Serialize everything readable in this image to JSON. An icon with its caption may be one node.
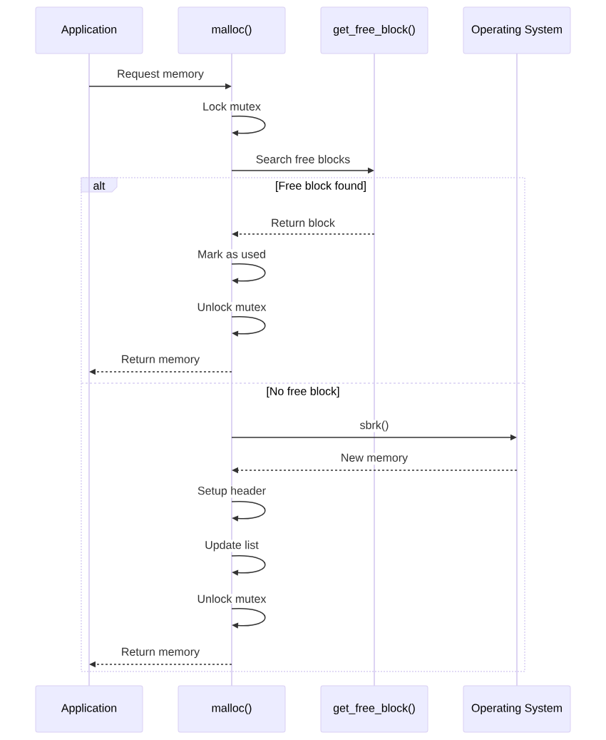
{
  "diagram": {
    "nodes": [
      {
        "text": [
          "Application"
        ]
      },
      {
        "text": [
          "malloc()"
        ]
      },
      {
        "text": [
          "get_free_block()"
        ]
      },
      {
        "text": [
          "Operating System"
        ]
      },
      {
        "text": [],
        "shape": "line"
      },
      {
        "text": [],
        "shape": "line"
      },
      {
        "text": [],
        "shape": "line"
      },
      {
        "text": [],
        "shape": "line"
      },
      {
        "text": [
          "Application"
        ]
      },
      {
        "text": [
          "malloc()"
        ]
      },
      {
        "text": [
          "get_free_block()"
        ]
      },
      {
        "text": [
          "Operating System"
        ]
      }
    ],
    "edges": [
      {
        "from": 4,
        "to": 5,
        "arrow": "to",
        "label": "Request memory"
      },
      {
        "from": 5,
        "to": 5,
        "arrow": "to",
        "label": "Lock mutex"
      },
      {
        "from": 5,
        "to": 6,
        "arrow": "to",
        "label": "Search free blocks"
      },
      {
        "from": 6,
        "to": 5,
        "arrow": "to",
        "label": "Return block",
        "style": "dashed"
      },
      {
        "from": 5,
        "to": 5,
        "arrow": "to",
        "label": "Mark as used"
      },
      {
        "from": 5,
        "to": 5,
        "arrow": "to",
        "label": "Unlock mutex"
      },
      {
        "from": 5,
        "to": 4,
        "arrow": "to",
        "label": "Return memory",
        "style": "dashed"
      },
      {
        "from": 5,
        "to": 7,
        "arrow": "to",
        "label": "sbrk()"
      },
      {
        "from": 7,
        "to": 5,
        "arrow": "to",
        "label": "New memory",
        "style": "dashed"
      },
      {
        "from": 5,
        "to": 5,
        "arrow": "to",
        "label": "Setup header"
      },
      {
        "from": 5,
        "to": 5,
        "arrow": "to",
        "label": "Update list"
      },
      {
        "from": 5,
        "to": 5,
        "arrow": "to",
        "label": "Unlock mutex"
      },
      {
        "from": 5,
        "to": 4,
        "arrow": "to",
        "label": "Return memory",
        "style": "dashed"
      }
    ],
    "labels": [
      "alt",
      "[Free block found]",
      "[No free block]"
    ]
  }
}
